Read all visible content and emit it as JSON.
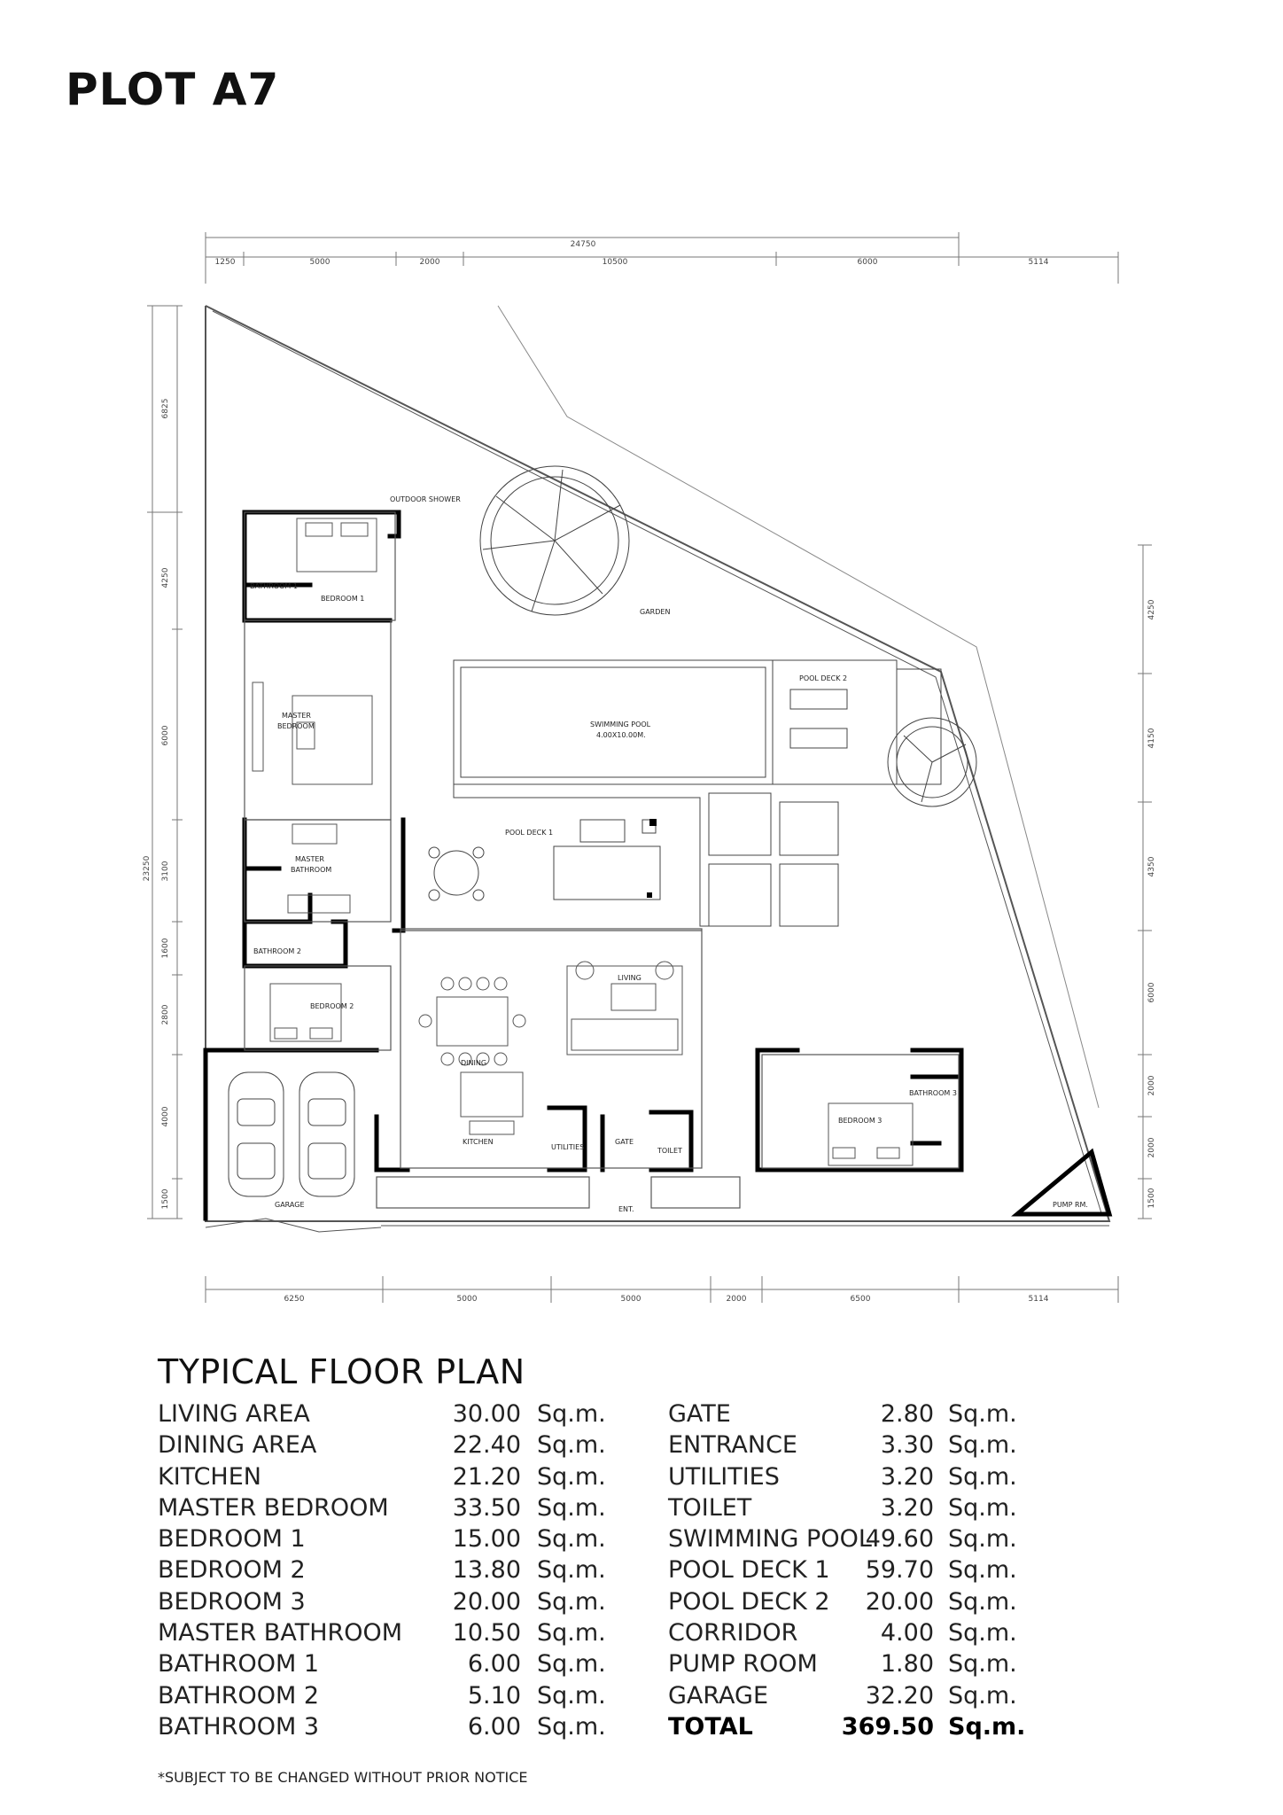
{
  "page_title": "PLOT A7",
  "section_title": "TYPICAL FLOOR PLAN",
  "dimensions": {
    "overall_top": "24750",
    "top": [
      "1250",
      "5000",
      "2000",
      "10500",
      "6000",
      "5114"
    ],
    "bottom": [
      "6250",
      "5000",
      "5000",
      "2000",
      "6500",
      "5114"
    ],
    "left_outer": [
      "6825",
      "23250"
    ],
    "left": [
      "4250",
      "6000",
      "3100",
      "1600",
      "2800",
      "4000",
      "1500"
    ],
    "right": [
      "4250",
      "4150",
      "4350",
      "6000",
      "2000",
      "2000",
      "1500"
    ]
  },
  "room_labels": {
    "outdoor_shower": "OUTDOOR SHOWER",
    "bathroom_1": "BATHROOM 1",
    "bedroom_1": "BEDROOM 1",
    "master_bedroom_1": "MASTER",
    "master_bedroom_2": "BEDROOM",
    "master_bathroom_1": "MASTER",
    "master_bathroom_2": "BATHROOM",
    "bathroom_2": "BATHROOM 2",
    "bedroom_2": "BEDROOM 2",
    "garage": "GARAGE",
    "garden": "GARDEN",
    "swimming_pool": "SWIMMING POOL",
    "pool_size": "4.00X10.00M.",
    "pool_deck_1": "POOL DECK 1",
    "pool_deck_2": "POOL DECK 2",
    "living": "LIVING",
    "dining": "DINING",
    "kitchen": "KITCHEN",
    "utilities": "UTILITIES",
    "gate": "GATE",
    "toilet": "TOILET",
    "entrance": "ENT.",
    "bedroom_3": "BEDROOM 3",
    "bathroom_3": "BATHROOM 3",
    "pump_room": "PUMP RM."
  },
  "areas_left": [
    {
      "name": "LIVING AREA",
      "value": "30.00",
      "unit": "Sq.m."
    },
    {
      "name": "DINING AREA",
      "value": "22.40",
      "unit": "Sq.m."
    },
    {
      "name": "KITCHEN",
      "value": "21.20",
      "unit": "Sq.m."
    },
    {
      "name": "MASTER BEDROOM",
      "value": "33.50",
      "unit": "Sq.m."
    },
    {
      "name": "BEDROOM 1",
      "value": "15.00",
      "unit": "Sq.m."
    },
    {
      "name": "BEDROOM 2",
      "value": "13.80",
      "unit": "Sq.m."
    },
    {
      "name": "BEDROOM 3",
      "value": "20.00",
      "unit": "Sq.m."
    },
    {
      "name": "MASTER BATHROOM",
      "value": "10.50",
      "unit": "Sq.m."
    },
    {
      "name": "BATHROOM 1",
      "value": "6.00",
      "unit": "Sq.m."
    },
    {
      "name": "BATHROOM 2",
      "value": "5.10",
      "unit": "Sq.m."
    },
    {
      "name": "BATHROOM 3",
      "value": "6.00",
      "unit": "Sq.m."
    }
  ],
  "areas_right": [
    {
      "name": "GATE",
      "value": "2.80",
      "unit": "Sq.m."
    },
    {
      "name": "ENTRANCE",
      "value": "3.30",
      "unit": "Sq.m."
    },
    {
      "name": "UTILITIES",
      "value": "3.20",
      "unit": "Sq.m."
    },
    {
      "name": "TOILET",
      "value": "3.20",
      "unit": "Sq.m."
    },
    {
      "name": "SWIMMING POOL",
      "value": "49.60",
      "unit": "Sq.m."
    },
    {
      "name": "POOL DECK 1",
      "value": "59.70",
      "unit": "Sq.m."
    },
    {
      "name": "POOL DECK 2",
      "value": "20.00",
      "unit": "Sq.m."
    },
    {
      "name": "CORRIDOR",
      "value": "4.00",
      "unit": "Sq.m."
    },
    {
      "name": "PUMP ROOM",
      "value": "1.80",
      "unit": "Sq.m."
    },
    {
      "name": "GARAGE",
      "value": "32.20",
      "unit": "Sq.m."
    },
    {
      "name": "TOTAL",
      "value": "369.50",
      "unit": "Sq.m.",
      "emphasis": true
    }
  ],
  "footnote": "*SUBJECT TO BE CHANGED WITHOUT PRIOR NOTICE"
}
